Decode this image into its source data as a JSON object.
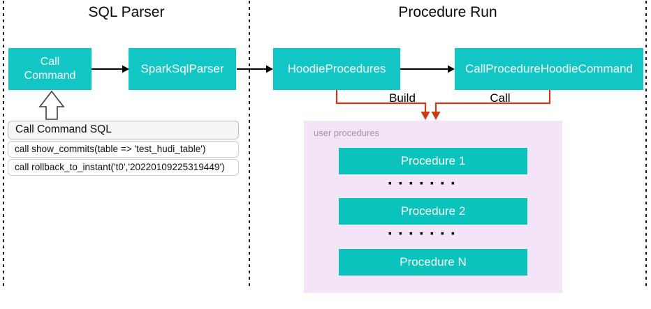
{
  "sections": {
    "sql_parser": {
      "title": "SQL Parser"
    },
    "procedure_run": {
      "title": "Procedure Run"
    }
  },
  "nodes": {
    "call_command": "Call Command",
    "spark_sql_parser": "SparkSqlParser",
    "hoodie_procedures": "HoodieProcedures",
    "call_procedure_hoodie_command": "CallProcedureHoodieCommand"
  },
  "edges": {
    "build_label": "Build",
    "call_label": "Call"
  },
  "sql_panel": {
    "title": "Call Command SQL",
    "queries": [
      "call show_commits(table => 'test_hudi_table')",
      "call rollback_to_instant('t0','20220109225319449')"
    ]
  },
  "user_procedures": {
    "title": "user procedures",
    "items": [
      "Procedure 1",
      "Procedure 2",
      "Procedure N"
    ],
    "ellipsis": "·······"
  },
  "colors": {
    "node_teal": "#12c6c6",
    "procedure_teal": "#0bc3bd",
    "orange_edge": "#cb3b16",
    "lavender_panel": "#f3e4f7",
    "label_gray": "#9e94a6"
  }
}
